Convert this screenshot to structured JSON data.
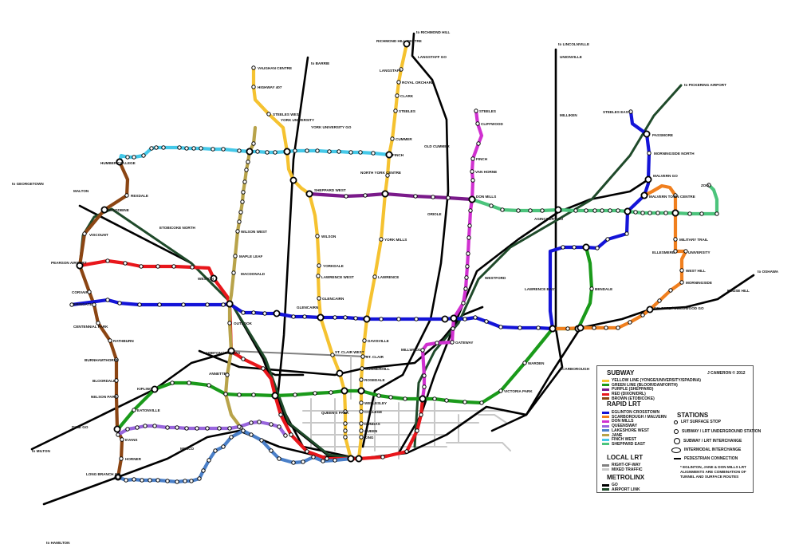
{
  "colors": {
    "yellow": "#f5c230",
    "green": "#1a9a1a",
    "purple": "#7a1a8a",
    "red": "#e8161b",
    "brown": "#8b4513",
    "eglinton": "#1414d8",
    "scarborough": "#f07f1e",
    "donmills": "#d030d0",
    "queensway": "#9966dd",
    "lakeshore": "#4a7fc8",
    "jane": "#b8a34a",
    "finchwest": "#45c8e8",
    "sheppardeast": "#4cc47c",
    "row": "#808080",
    "mixed": "#c8c8c8",
    "go": "#000000",
    "airport": "#1f4a2a"
  },
  "labels": [
    "to RICHMOND HILL",
    "RICHMOND HILL CENTRE",
    "LANGSTAFF GO",
    "LANGSTAFF",
    "ROYAL ORCHARD",
    "CLARK",
    "STEELES",
    "CUMMER",
    "FINCH",
    "NORTH YORK CENTRE",
    "to BARRIE",
    "YORK UNIVERSITY GO",
    "VAUGHAN CENTRE",
    "HIGHWAY 407",
    "STEELES WEST",
    "YORK UNIVERSITY",
    "OLD CUMMER",
    "to LINCOLNVILLE",
    "UNIONVILLE",
    "MILLIKEN",
    "to PICKERING AIRPORT",
    "STEELES EAST",
    "PASSMORE",
    "MORNINGSIDE NORTH",
    "MALVERN GO",
    "MALVERN TOWN CENTRE",
    "ZOO",
    "to GEORGETOWN",
    "MALTON",
    "REXDALE",
    "WOODBINE",
    "ETOBICOKE NORTH",
    "VISCOUNT",
    "HUMBER COLLEGE",
    "PEARSON AIRPORT",
    "CORVAIR",
    "ERINGATE",
    "CENTENNIAL PARK",
    "RATHBURN",
    "BURNHAMTHORPE",
    "BLOORDALE",
    "NELSON PARK",
    "KIPLING",
    "EATONVILLE",
    "DIXIE GO",
    "to MILTON",
    "EVANS",
    "HORNER",
    "LONG BRANCH GO",
    "to HAMILTON",
    "MIMICO",
    "WESTON",
    "MACDONALD",
    "MAPLE LEAF",
    "WILSON WEST",
    "OUTLOOK",
    "LAMBTON / DUNDAS",
    "ANNETTE",
    "WILSON",
    "YORKDALE",
    "LAWRENCE WEST",
    "GLENCAIRN",
    "YORK MILLS",
    "LAWRENCE",
    "DAVISVILLE",
    "ST. CLAIR",
    "SUMMERHILL",
    "ROSEDALE",
    "WELLESLEY",
    "COLLEGE",
    "QUEEN'S PARK",
    "DUNDAS",
    "QUEEN",
    "KING",
    "WESTFORD",
    "LAWRENCE EAST",
    "BENDALE",
    "SCARBOROUGH",
    "WARDEN",
    "VICTORIA PARK",
    "CELESTE / GUILDWOOD GO",
    "to OSHAWA",
    "ROUSE HILL",
    "WEST HILL",
    "MORNINGSIDE",
    "ELLESMERE",
    "UNIVERSITY",
    "MILITARY TRAIL",
    "AGINCOURT GO",
    "ORIOLE",
    "SHEPPARD WEST",
    "STEELES",
    "CLIFFWOOD",
    "FINCH",
    "VAN HORNE",
    "DON MILLS",
    "MILLWOOD",
    "GATEWAY",
    "ST. CLAIR WEST",
    "GLENCAIRN"
  ],
  "legend": {
    "credit": "J CAMERON © 2012",
    "subway_title": "SUBWAY",
    "subway": [
      "YELLOW LINE (YONGE/UNIVERSITY/SPADINA)",
      "GREEN LINE (BLOOR/DANFORTH)",
      "PURPLE (SHEPPARD)",
      "RED (DIXON/DRL)",
      "BROWN (ETOBICOKE)"
    ],
    "lrt_title": "RAPID LRT",
    "lrt": [
      "EGLINTON CROSSTOWN",
      "SCARBOROUGH / MALVERN",
      "DON MILLS",
      "QUEENSWAY",
      "LAKESHORE WEST",
      "JANE",
      "FINCH WEST",
      "SHEPPARD EAST"
    ],
    "local_title": "LOCAL LRT",
    "local": [
      "RIGHT-OF-WAY",
      "MIXED TRAFFIC"
    ],
    "metrolinx_title": "METROLINX",
    "metrolinx": [
      "GO",
      "AIRPORT LINK"
    ],
    "stations_title": "STATIONS",
    "stations": [
      "LRT SURFACE STOP",
      "SUBWAY / LRT UNDERGROUND STATION",
      "SUBWAY / LRT INTERCHANGE",
      "INTERMODAL INTERCHANGE",
      "PEDESTRIAN CONNECTION"
    ],
    "note": "* EGLINTON, JANE & DON MILLS LRT ALIGNMENTS ARE COMBINATION OF TUNNEL AND SURFACE ROUTES"
  }
}
